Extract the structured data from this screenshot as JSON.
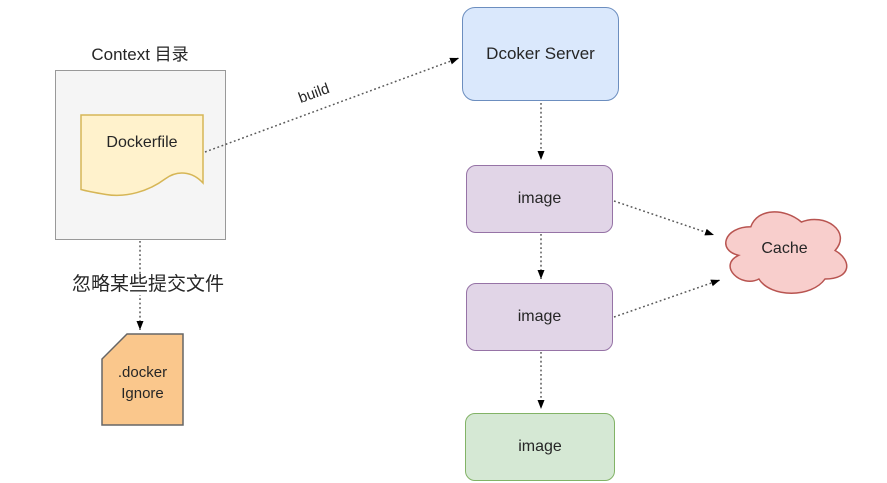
{
  "canvas": {
    "background": "#ffffff",
    "text_color": "#262626",
    "edge_color": "#595959",
    "arrowhead_color": "#000000"
  },
  "context_group": {
    "title": "Context 目录",
    "fill": "#F5F5F5",
    "stroke": "#999999"
  },
  "nodes": {
    "dockerfile": {
      "label": "Dockerfile",
      "shape": "document",
      "fill": "#FFF2CC",
      "stroke": "#D6B656"
    },
    "docker_server": {
      "label": "Dcoker Server",
      "shape": "rounded-rectangle",
      "fill": "#DAE8FC",
      "stroke": "#6C8EBF"
    },
    "image_top": {
      "label": "image",
      "shape": "rounded-rectangle",
      "fill": "#E1D5E7",
      "stroke": "#9673A6"
    },
    "image_middle": {
      "label": "image",
      "shape": "rounded-rectangle",
      "fill": "#E1D5E7",
      "stroke": "#9673A6"
    },
    "image_bottom": {
      "label": "image",
      "shape": "rounded-rectangle",
      "fill": "#D5E8D4",
      "stroke": "#82B366"
    },
    "cache": {
      "label": "Cache",
      "shape": "cloud",
      "fill": "#F8CECC",
      "stroke": "#B85450"
    },
    "dockerignore": {
      "label_line1": ".docker",
      "label_line2": "Ignore",
      "shape": "card",
      "fill": "#FAC78C",
      "stroke": "#666666"
    }
  },
  "edges": [
    {
      "id": "build",
      "from": "dockerfile",
      "to": "docker-server",
      "label": "build",
      "style": "dotted-arrow"
    },
    {
      "id": "server-to-image-top",
      "from": "docker-server",
      "to": "image-top",
      "label": "",
      "style": "dotted-arrow"
    },
    {
      "id": "image-top-to-image-middle",
      "from": "image-top",
      "to": "image-middle",
      "label": "",
      "style": "dotted-arrow"
    },
    {
      "id": "image-middle-to-image-bottom",
      "from": "image-middle",
      "to": "image-bottom",
      "label": "",
      "style": "dotted-arrow"
    },
    {
      "id": "image-top-to-cache",
      "from": "image-top",
      "to": "cache",
      "label": "",
      "style": "dotted-arrow"
    },
    {
      "id": "image-middle-to-cache",
      "from": "image-middle",
      "to": "cache",
      "label": "",
      "style": "dotted-arrow"
    },
    {
      "id": "context-to-dockerignore",
      "from": "context-group",
      "to": "dockerignore",
      "label": "忽略某些提交文件",
      "style": "dotted-arrow"
    }
  ]
}
